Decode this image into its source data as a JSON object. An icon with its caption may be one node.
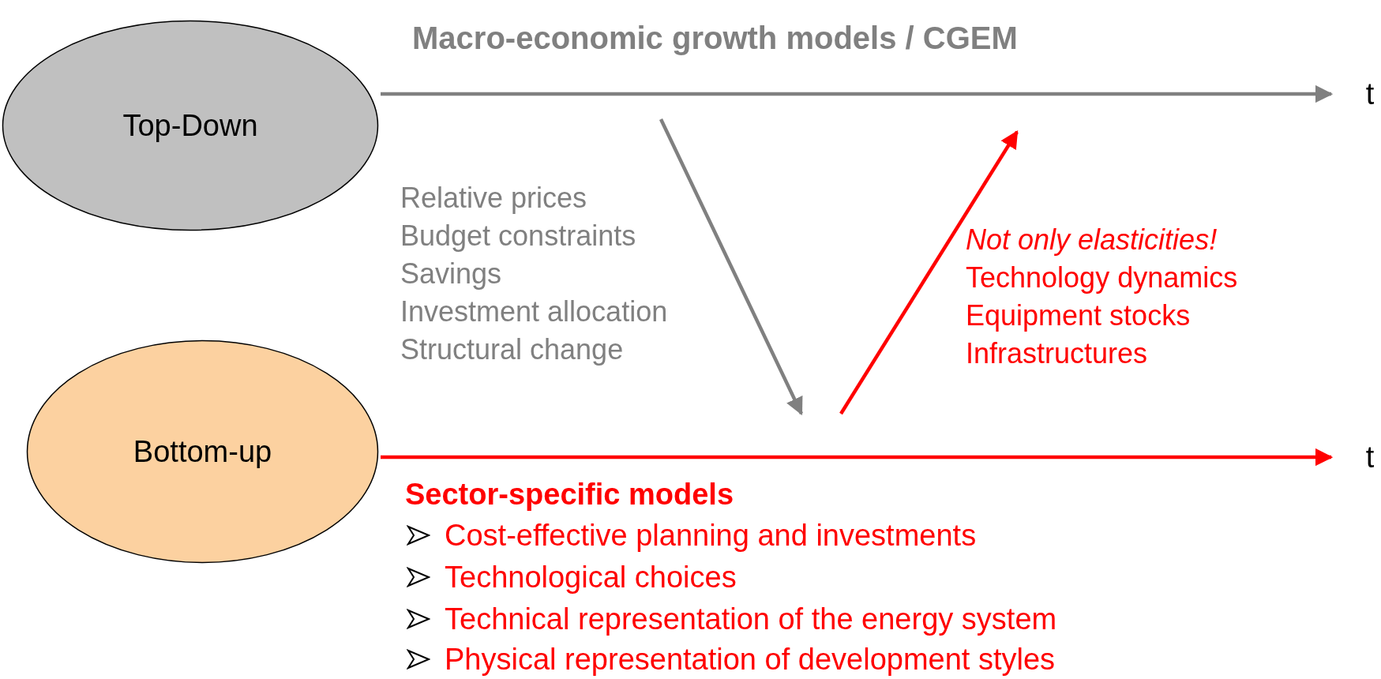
{
  "diagram": {
    "nodes": [
      {
        "text": [
          "Top-Down"
        ]
      },
      {
        "text": [
          "Bottom-up"
        ]
      },
      {
        "text": [
          "t"
        ]
      },
      {
        "text": [
          "t"
        ]
      }
    ],
    "edges": [
      {
        "from": 0,
        "to": 2,
        "arrow": "to",
        "color": "#808080"
      },
      {
        "from": 1,
        "to": 3,
        "arrow": "to",
        "color": "#ff0000"
      }
    ],
    "labels": [
      "Macro-economic growth models / CGEM",
      "Relative prices",
      "Budget constraints",
      "Savings",
      "Investment allocation",
      "Structural change",
      "Not only elasticities!",
      "Technology dynamics",
      "Equipment stocks",
      "Infrastructures",
      "Sector-specific models",
      "Cost-effective planning and investments",
      "Technological choices",
      "Technical representation of the energy system",
      "Physical representation of development styles"
    ]
  }
}
